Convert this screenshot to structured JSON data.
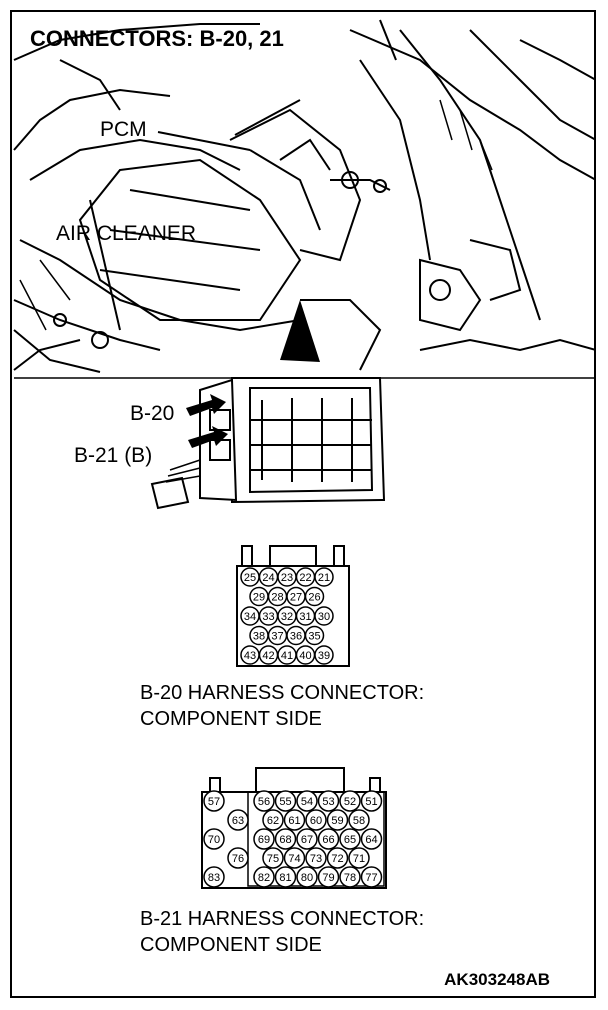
{
  "title": "CONNECTORS: B-20, 21",
  "callouts": {
    "pcm": "PCM",
    "air_cleaner": "AIR CLEANER",
    "b20": "B-20",
    "b21": "B-21 (B)"
  },
  "connector_b20": {
    "caption_line1": "B-20 HARNESS CONNECTOR:",
    "caption_line2": "COMPONENT SIDE",
    "rows": [
      [
        "25",
        "24",
        "23",
        "22",
        "21"
      ],
      [
        "29",
        "28",
        "27",
        "26"
      ],
      [
        "34",
        "33",
        "32",
        "31",
        "30"
      ],
      [
        "38",
        "37",
        "36",
        "35"
      ],
      [
        "43",
        "42",
        "41",
        "40",
        "39"
      ]
    ]
  },
  "connector_b21": {
    "caption_line1": "B-21 HARNESS CONNECTOR:",
    "caption_line2": "COMPONENT SIDE",
    "left_pins": [
      "57",
      "63",
      "70",
      "76",
      "83"
    ],
    "rows": [
      [
        "56",
        "55",
        "54",
        "53",
        "52",
        "51"
      ],
      [
        "62",
        "61",
        "60",
        "59",
        "58"
      ],
      [
        "69",
        "68",
        "67",
        "66",
        "65",
        "64"
      ],
      [
        "75",
        "74",
        "73",
        "72",
        "71"
      ],
      [
        "82",
        "81",
        "80",
        "79",
        "78",
        "77"
      ]
    ]
  },
  "figure_id": "AK303248AB"
}
